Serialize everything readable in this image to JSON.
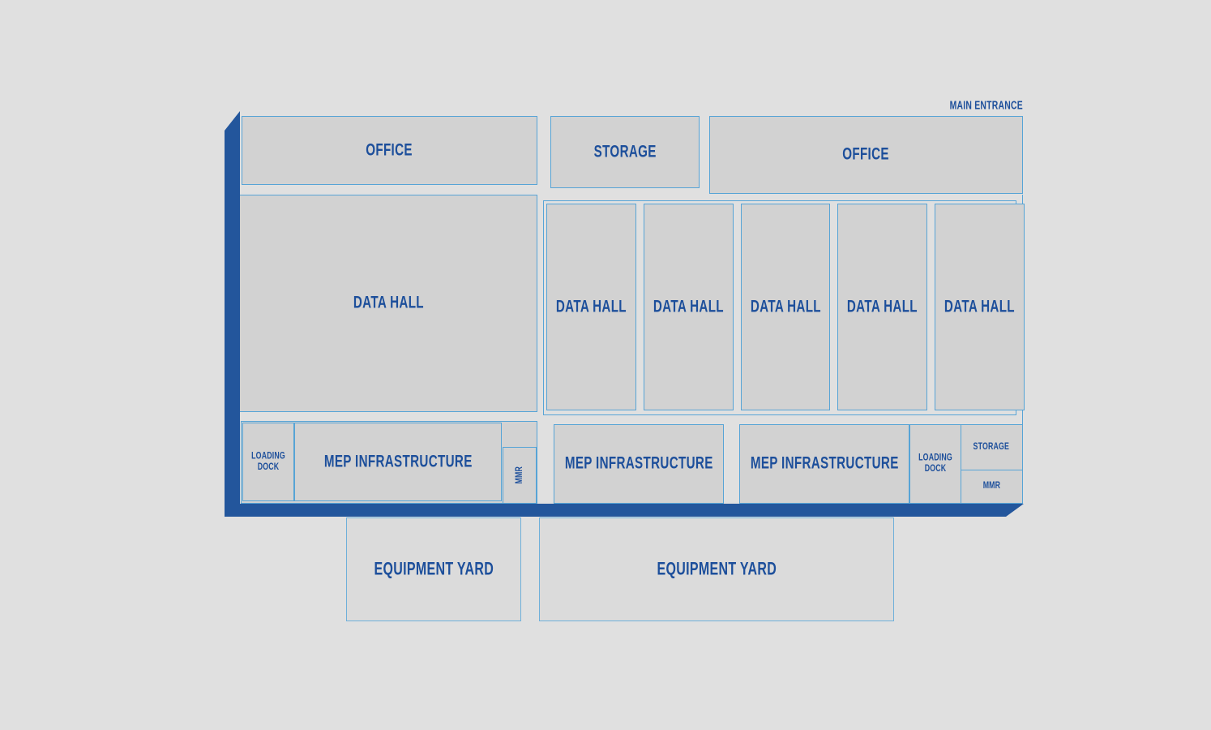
{
  "plan": {
    "main_entrance_label": "MAIN ENTRANCE",
    "top_row": {
      "office_left": "OFFICE",
      "storage": "STORAGE",
      "office_right": "OFFICE"
    },
    "data_halls": {
      "large": "DATA HALL",
      "small": [
        "DATA HALL",
        "DATA HALL",
        "DATA HALL",
        "DATA HALL",
        "DATA HALL"
      ]
    },
    "mep_row": {
      "left": {
        "loading_dock": "LOADING DOCK",
        "mep": "MEP INFRASTRUCTURE",
        "mmr": "MMR"
      },
      "mid": {
        "mep": "MEP INFRASTRUCTURE"
      },
      "right_mid": {
        "mep": "MEP INFRASTRUCTURE"
      },
      "right": {
        "loading_dock": "LOADING DOCK",
        "storage": "STORAGE",
        "mmr": "MMR"
      }
    },
    "equipment_yards": [
      "EQUIPMENT YARD",
      "EQUIPMENT YARD"
    ],
    "colors": {
      "structure_blue": "#23569c",
      "label_blue": "#1d4f9b",
      "room_fill": "#d2d2d2",
      "room_border": "#57a4d6",
      "background": "#e0e0e0"
    }
  }
}
